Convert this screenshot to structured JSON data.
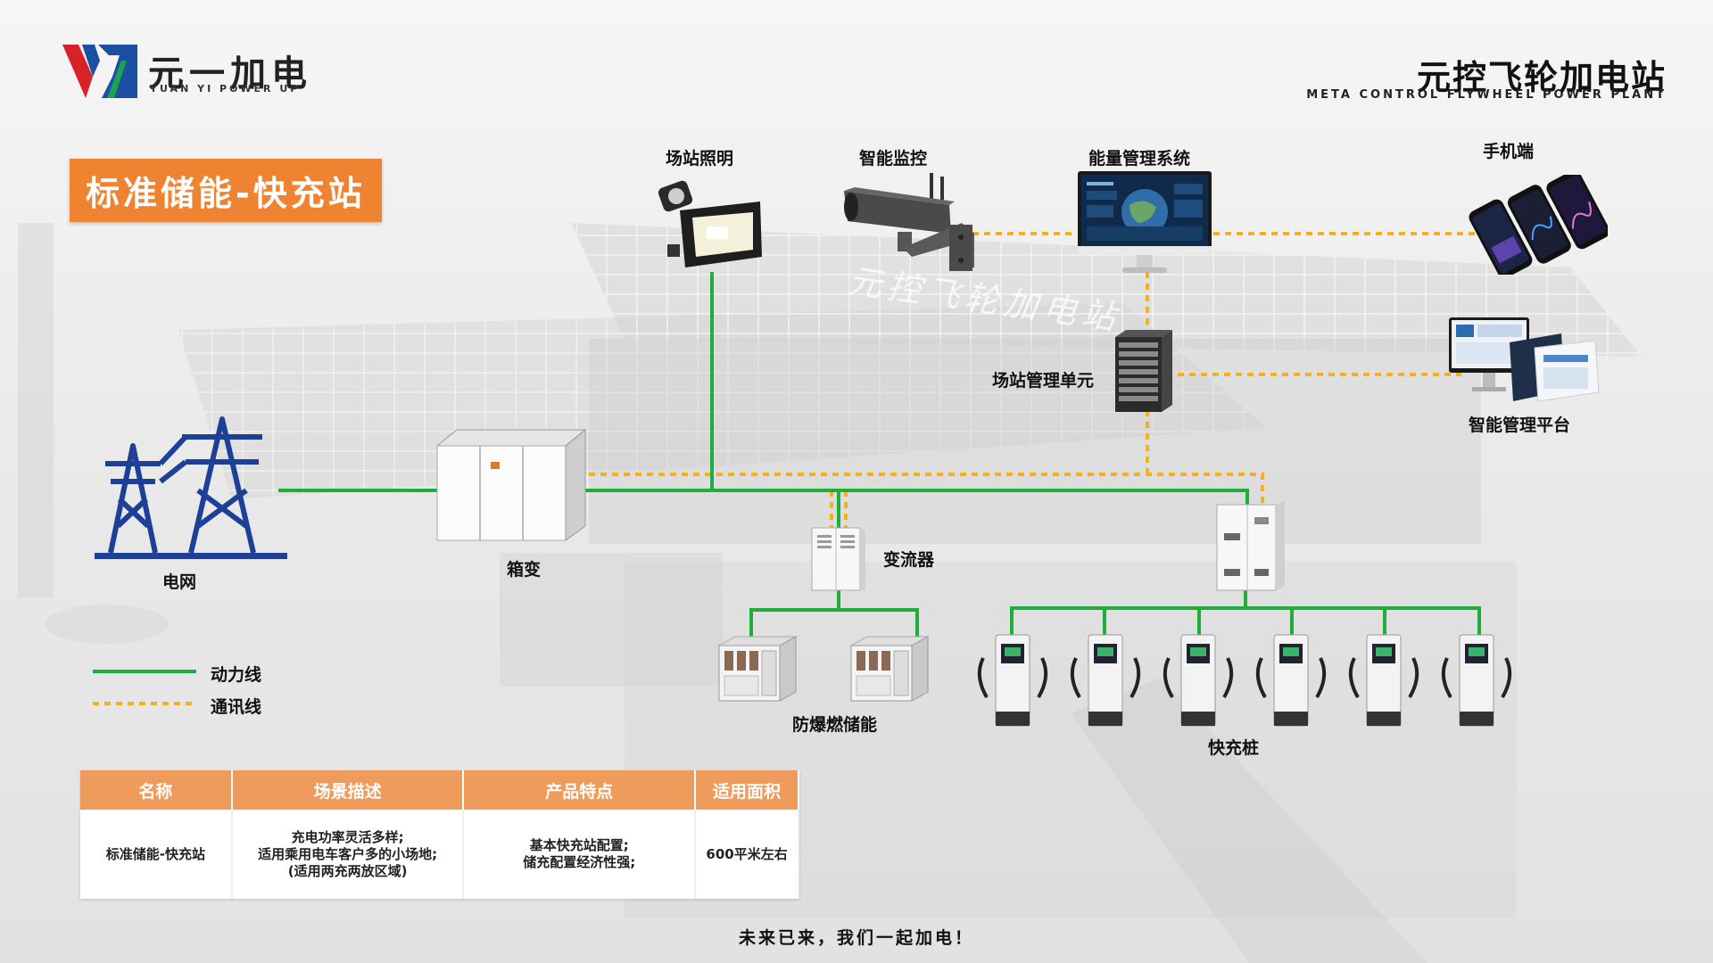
{
  "brand": {
    "name": "元一加电",
    "subtitle": "YUAN YI POWER UP"
  },
  "header": {
    "title": "元控飞轮加电站",
    "subtitle": "META CONTROL FLYWHEEL POWER PLANT"
  },
  "badge": "标准储能-快充站",
  "watermark": "元控飞轮加电站",
  "nodes": {
    "grid": "电网",
    "transformer": "箱变",
    "lighting": "场站照明",
    "monitoring": "智能监控",
    "ems": "能量管理系统",
    "mobile": "手机端",
    "station_unit": "场站管理单元",
    "platform": "智能管理平台",
    "converter": "变流器",
    "storage": "防爆燃储能",
    "fast_charger": "快充桩"
  },
  "legend": {
    "power": "动力线",
    "comm": "通讯线"
  },
  "colors": {
    "power_line": "#1fae3c",
    "comm_line": "#f5b01e",
    "accent": "#ee8431",
    "table_header": "#ee9b5c"
  },
  "table": {
    "headers": [
      "名称",
      "场景描述",
      "产品特点",
      "适用面积"
    ],
    "row": {
      "name": "标准储能-快充站",
      "scenario": [
        "充电功率灵活多样;",
        "适用乘用电车客户多的小场地;",
        "(适用两充两放区域)"
      ],
      "features": [
        "基本快充站配置;",
        "储充配置经济性强;"
      ],
      "area": "600平米左右"
    }
  },
  "footer": "未来已来，我们一起加电！"
}
